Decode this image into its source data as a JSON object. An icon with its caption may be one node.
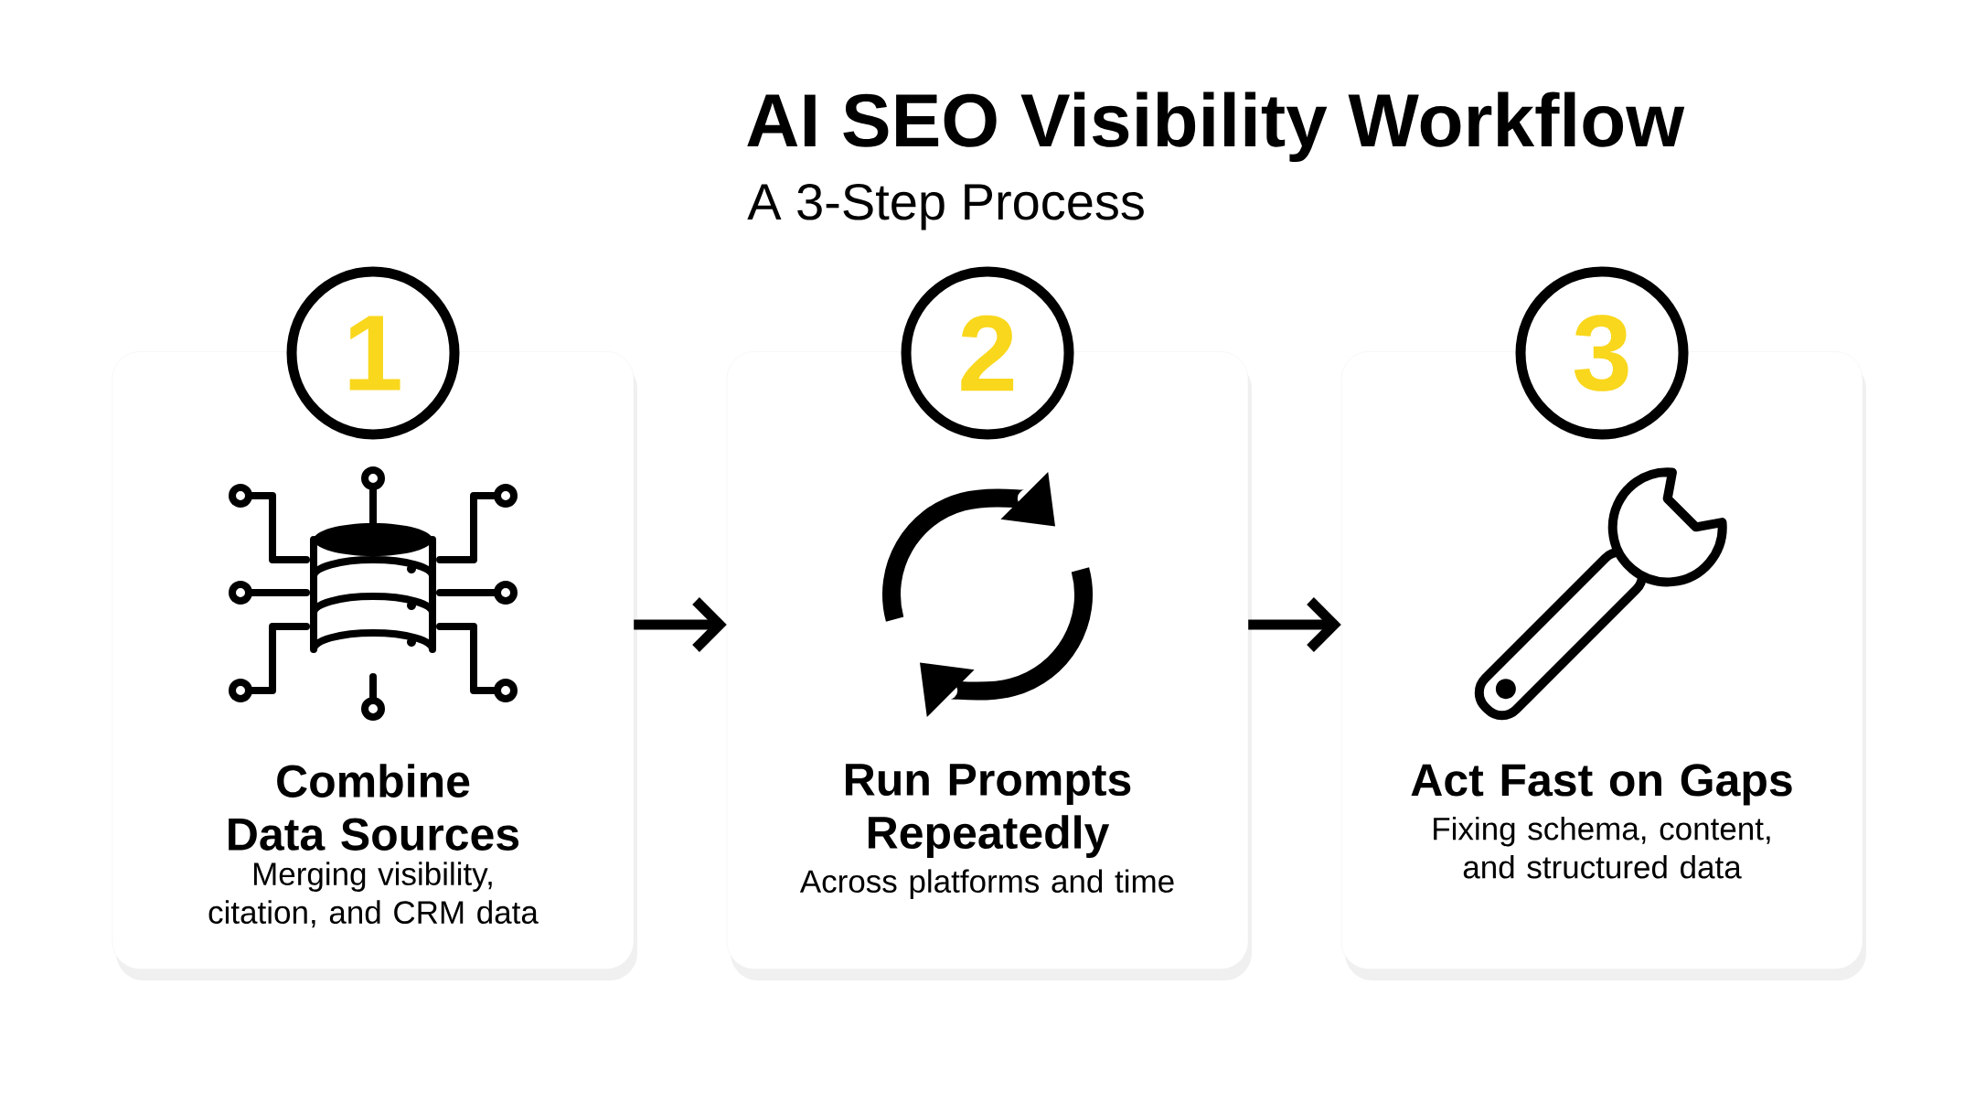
{
  "diagram": {
    "title": "AI SEO Visibility Workflow",
    "nodes": [
      {
        "text": [
          "Combine Data Sources",
          "Merging visibility, citation, and CRM data"
        ]
      },
      {
        "text": [
          "Run Prompts Repeatedly",
          "Across platforms and time"
        ]
      },
      {
        "text": [
          "Act Fast on Gaps",
          "Fixing schema, content, and structured data"
        ]
      },
      {
        "text": [
          "1"
        ]
      },
      {
        "text": [
          "2"
        ]
      },
      {
        "text": [
          "3"
        ]
      }
    ],
    "edges": [
      {
        "from": 0,
        "to": 1,
        "arrow": "to"
      },
      {
        "from": 1,
        "to": 2,
        "arrow": "to"
      }
    ],
    "labels": [
      "A 3-Step Process"
    ]
  }
}
